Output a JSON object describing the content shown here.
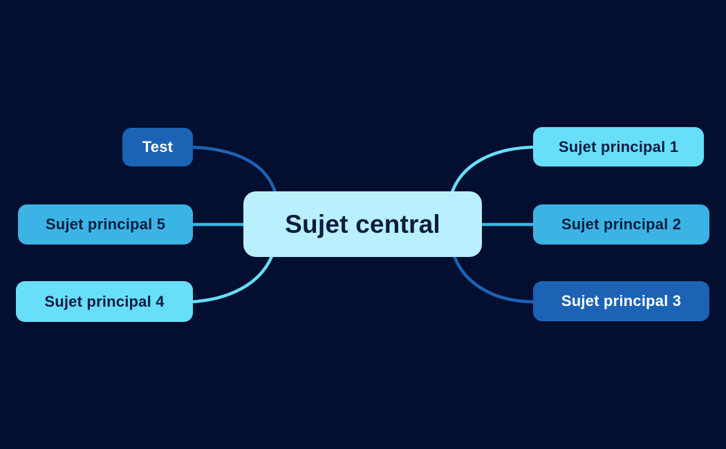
{
  "canvas": {
    "background": "#020f30"
  },
  "palette": {
    "central_bg": "#b9f0fd",
    "light_cyan": "#67defa",
    "medium_blue": "#3bb4e5",
    "dark_blue": "#1c63b5",
    "dark_text": "#0d1c3f",
    "light_text": "#ffffff"
  },
  "mindmap": {
    "central": {
      "label": "Sujet central"
    },
    "nodes": [
      {
        "label": "Test"
      },
      {
        "label": "Sujet principal 1"
      },
      {
        "label": "Sujet principal 2"
      },
      {
        "label": "Sujet principal 3"
      },
      {
        "label": "Sujet principal 4"
      },
      {
        "label": "Sujet principal 5"
      }
    ]
  }
}
